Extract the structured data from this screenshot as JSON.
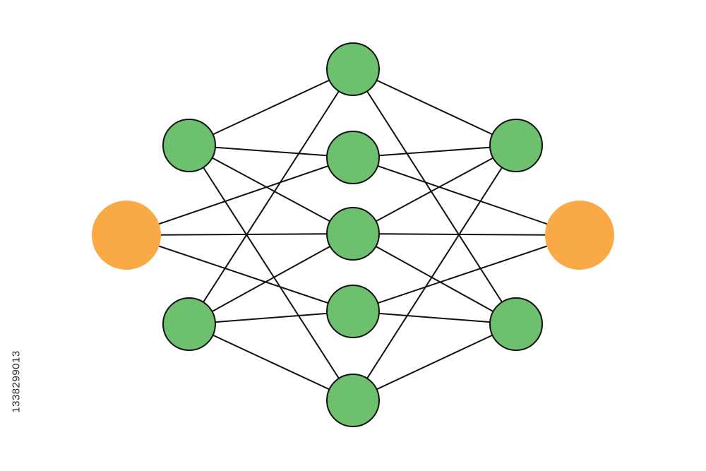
{
  "colors": {
    "hidden_fill": "#6cc06e",
    "io_fill": "#f9a945",
    "stroke": "#111111",
    "background": "#ffffff"
  },
  "network": {
    "layers": [
      {
        "name": "input",
        "nodes": 1,
        "color": "io"
      },
      {
        "name": "hidden-1",
        "nodes": 2,
        "color": "hidden"
      },
      {
        "name": "hidden-2",
        "nodes": 5,
        "color": "hidden"
      },
      {
        "name": "hidden-3",
        "nodes": 2,
        "color": "hidden"
      },
      {
        "name": "output",
        "nodes": 1,
        "color": "io"
      }
    ],
    "connections": [
      [
        "input-1",
        "hidden-2-2"
      ],
      [
        "input-1",
        "hidden-2-3"
      ],
      [
        "input-1",
        "hidden-2-4"
      ],
      [
        "hidden-1-1",
        "hidden-2-1"
      ],
      [
        "hidden-1-1",
        "hidden-2-2"
      ],
      [
        "hidden-1-1",
        "hidden-2-3"
      ],
      [
        "hidden-1-1",
        "hidden-2-5"
      ],
      [
        "hidden-1-2",
        "hidden-2-1"
      ],
      [
        "hidden-1-2",
        "hidden-2-3"
      ],
      [
        "hidden-1-2",
        "hidden-2-4"
      ],
      [
        "hidden-1-2",
        "hidden-2-5"
      ],
      [
        "hidden-2-1",
        "hidden-3-1"
      ],
      [
        "hidden-2-1",
        "hidden-3-2"
      ],
      [
        "hidden-2-2",
        "hidden-3-1"
      ],
      [
        "hidden-2-2",
        "output-1"
      ],
      [
        "hidden-2-3",
        "hidden-3-1"
      ],
      [
        "hidden-2-3",
        "hidden-3-2"
      ],
      [
        "hidden-2-3",
        "output-1"
      ],
      [
        "hidden-2-4",
        "hidden-3-2"
      ],
      [
        "hidden-2-4",
        "output-1"
      ],
      [
        "hidden-2-5",
        "hidden-3-1"
      ],
      [
        "hidden-2-5",
        "hidden-3-2"
      ]
    ]
  },
  "watermark": {
    "stock_id": "1338299013"
  }
}
